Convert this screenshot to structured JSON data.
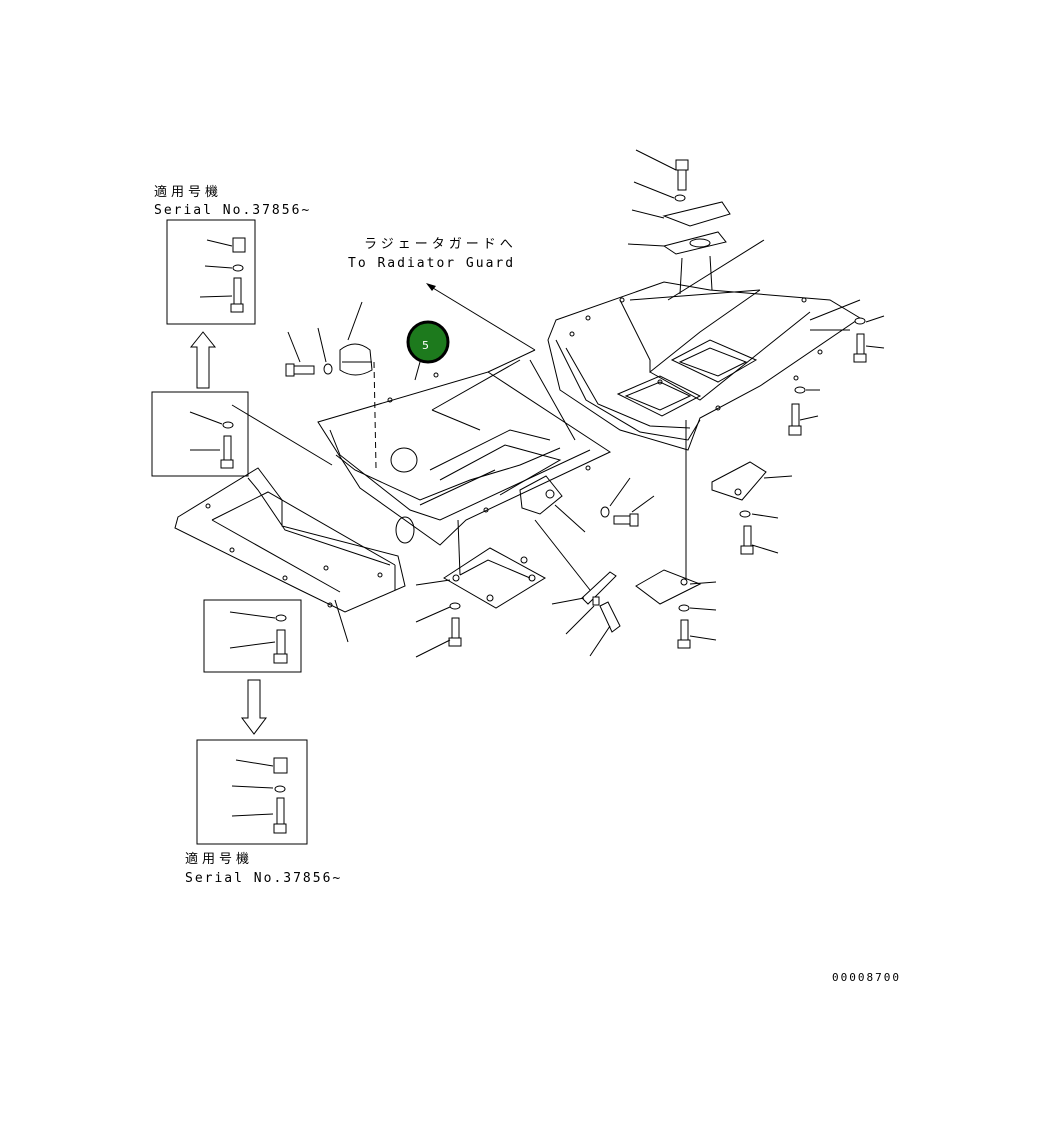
{
  "labels": {
    "serial_jp_top": "適用号機",
    "serial_top": "Serial No.37856~",
    "radiator_jp": "ラジェータガードへ",
    "radiator_en": "To Radiator Guard",
    "serial_jp_bottom": "適用号機",
    "serial_bottom": "Serial No.37856~",
    "drawing_number": "00008700"
  },
  "callout": {
    "number": "5",
    "color": "#1d7a1d"
  }
}
